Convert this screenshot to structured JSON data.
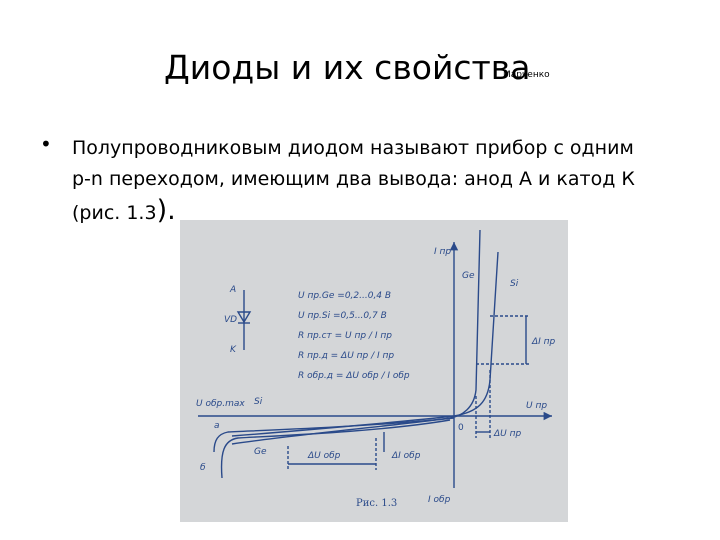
{
  "slide": {
    "title": "Диоды и их свойства",
    "author": "Марченко",
    "bullet_symbol": "•",
    "paragraph": {
      "line1": "Полупроводниковым диодом называют прибор с одним",
      "line2": "p-n переходом, имеющим два вывода: анод А и катод К",
      "line3_ref": "(рис. 1.3",
      "line3_close": ")."
    }
  },
  "figure": {
    "background": "#d4d6d8",
    "line_color": "#2a4a8a",
    "caption": "Рис. 1.3",
    "symbol_labels": {
      "anode": "A",
      "vd": "VD",
      "cathode": "K"
    },
    "formulas": [
      "U пр.Ge =0,2...0,4 В",
      "U пр.Si =0,5...0,7 В",
      "R пр.ст = U пр / I пр",
      "R пр.д = ΔU пр / I пр",
      "R обр.д = ΔU обр / I обр"
    ],
    "axis_labels": {
      "i_pr": "I пр",
      "u_pr": "U пр",
      "i_obr": "I обр",
      "u_obr_max": "U обр.max",
      "origin": "0"
    },
    "curve_labels": {
      "ge_top": "Ge",
      "si_top": "Si",
      "si_left": "Si",
      "ge_bottom": "Ge",
      "a": "а",
      "b": "б"
    },
    "delta_labels": {
      "delta_i_pr": "ΔI пр",
      "delta_u_pr": "ΔU пр",
      "delta_u_obr": "ΔU обр",
      "delta_i_obr": "ΔI обр"
    }
  }
}
